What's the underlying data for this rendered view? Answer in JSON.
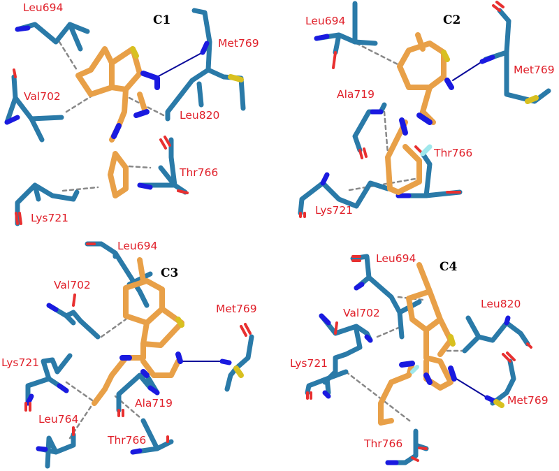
{
  "figure": {
    "description": "Docking poses of ligands C1-C4 in kinase binding pocket with interacting residues",
    "colors": {
      "ligand_carbon": "#e8a048",
      "protein_carbon": "#2a7aa8",
      "nitrogen": "#1a1ae0",
      "oxygen": "#e83030",
      "sulfur": "#d8c020",
      "label": "#e0202a",
      "hbond": "#0a0a9a",
      "hydrophobic_contact": "#888888"
    },
    "panels": [
      {
        "title": "C1",
        "residues": [
          "Leu694",
          "Met769",
          "Val702",
          "Leu820",
          "Thr766",
          "Lys721"
        ]
      },
      {
        "title": "C2",
        "residues": [
          "Leu694",
          "Met769",
          "Ala719",
          "Thr766",
          "Lys721"
        ]
      },
      {
        "title": "C3",
        "residues": [
          "Leu694",
          "Val702",
          "Met769",
          "Lys721",
          "Ala719",
          "Leu764",
          "Thr766"
        ]
      },
      {
        "title": "C4",
        "residues": [
          "Leu694",
          "Leu820",
          "Val702",
          "Lys721",
          "Met769",
          "Thr766"
        ]
      }
    ]
  }
}
